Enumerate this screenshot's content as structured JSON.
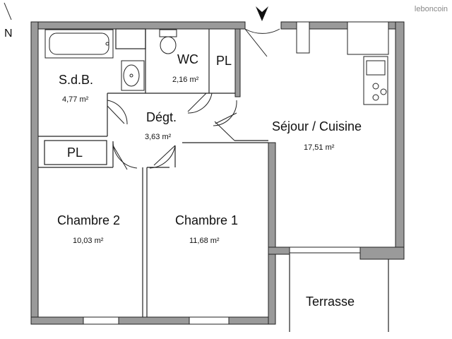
{
  "watermark": "leboncoin",
  "compass": "N",
  "rooms": {
    "sdb": {
      "name": "S.d.B.",
      "area": "4,77 m²"
    },
    "wc": {
      "name": "WC",
      "area": "2,16 m²"
    },
    "pl_top": {
      "name": "PL"
    },
    "degt": {
      "name": "Dégt.",
      "area": "3,63 m²"
    },
    "sejour": {
      "name": "Séjour / Cuisine",
      "area": "17,51 m²"
    },
    "pl_left": {
      "name": "PL"
    },
    "chambre2": {
      "name": "Chambre 2",
      "area": "10,03 m²"
    },
    "chambre1": {
      "name": "Chambre 1",
      "area": "11,68 m²"
    },
    "terrasse": {
      "name": "Terrasse"
    }
  },
  "colors": {
    "wall": "#9a9a9a",
    "line": "#222222"
  }
}
